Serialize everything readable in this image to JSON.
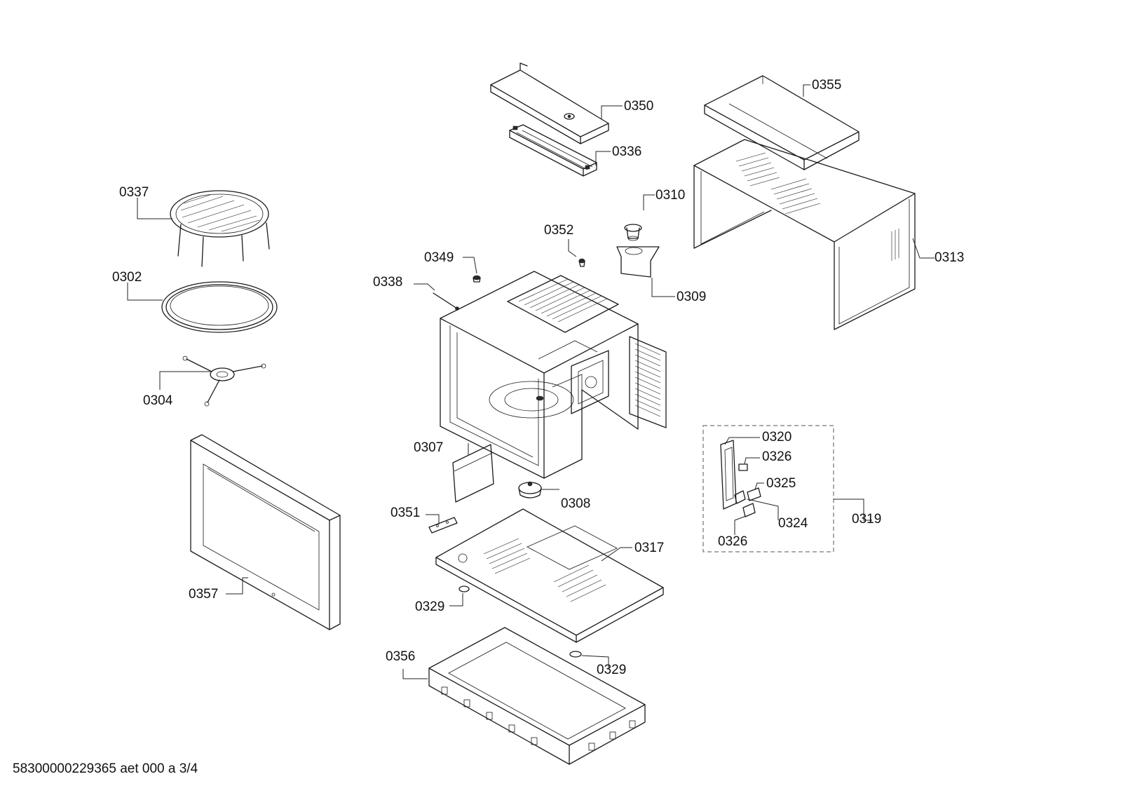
{
  "document": {
    "footer": "58300000229365 aet 000 a 3/4"
  },
  "callouts": {
    "c0350": "0350",
    "c0336": "0336",
    "c0355": "0355",
    "c0313": "0313",
    "c0310": "0310",
    "c0309": "0309",
    "c0352": "0352",
    "c0349": "0349",
    "c0338": "0338",
    "c0337": "0337",
    "c0302": "0302",
    "c0304": "0304",
    "c0357": "0357",
    "c0307": "0307",
    "c0308": "0308",
    "c0351": "0351",
    "c0317": "0317",
    "c0329a": "0329",
    "c0356": "0356",
    "c0329b": "0329",
    "c0320": "0320",
    "c0326a": "0326",
    "c0325": "0325",
    "c0324": "0324",
    "c0326b": "0326",
    "c0319": "0319"
  }
}
